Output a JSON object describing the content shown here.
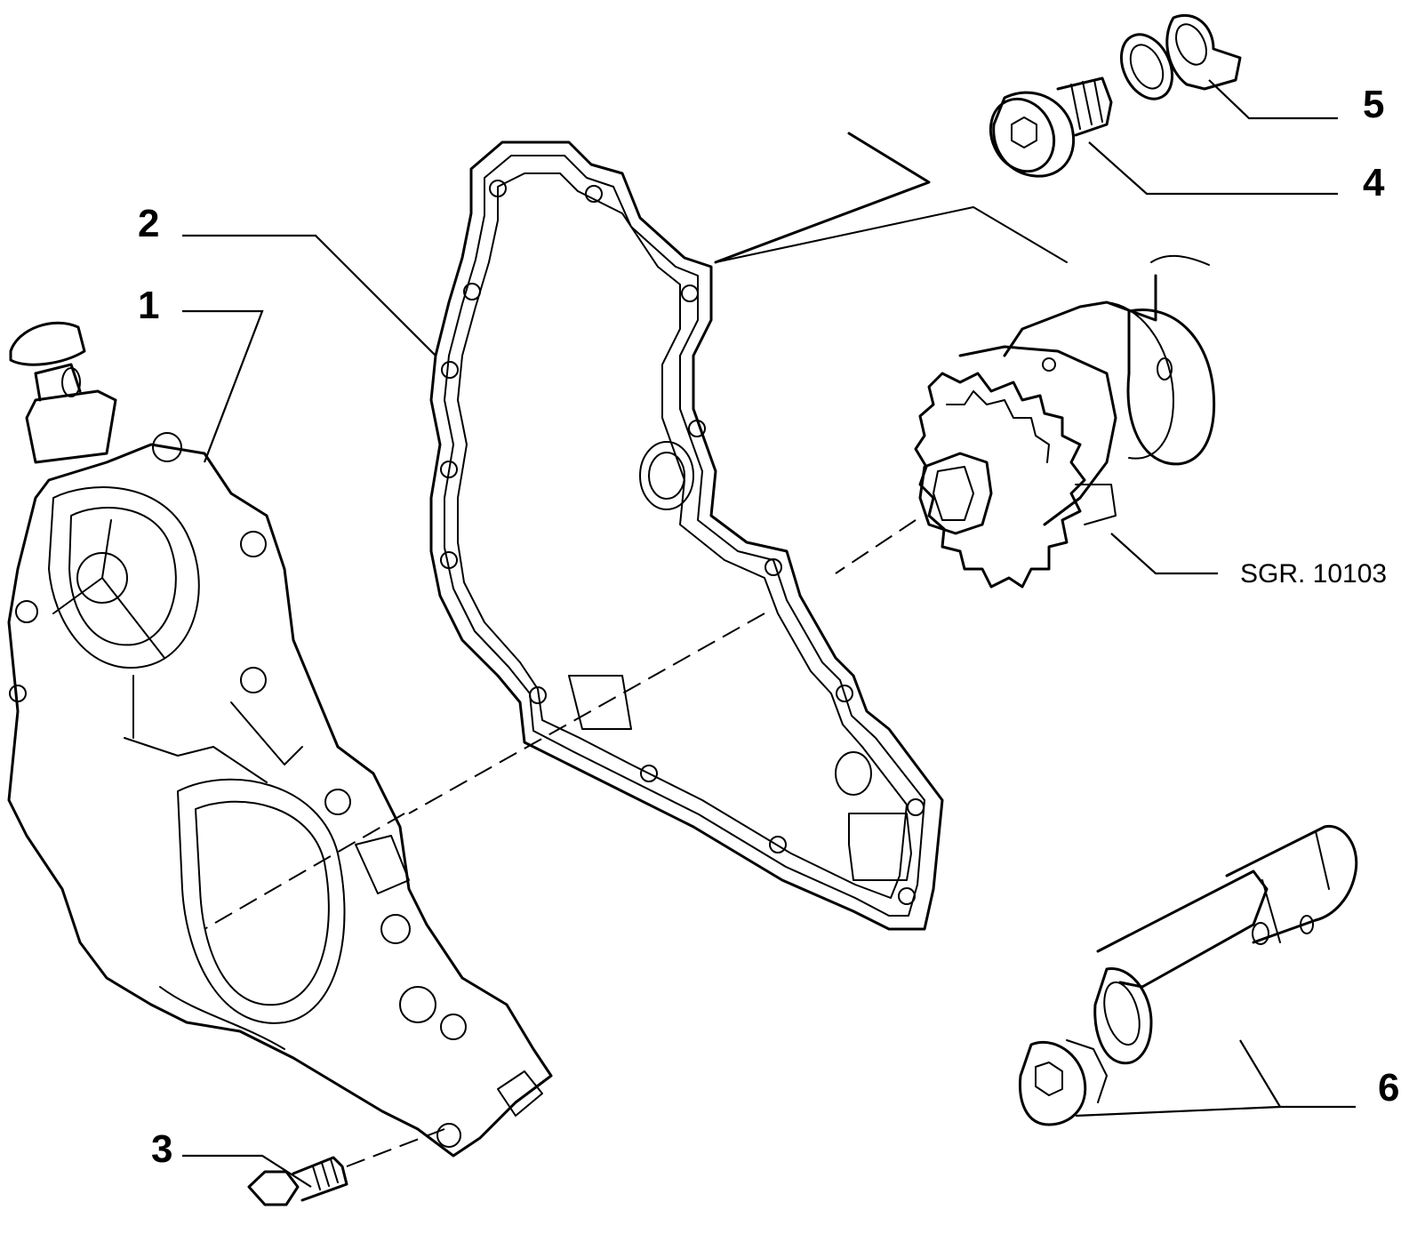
{
  "callouts": {
    "item_1": "1",
    "item_2": "2",
    "item_3": "3",
    "item_4": "4",
    "item_5": "5",
    "item_6": "6"
  },
  "reference": "SGR. 10103",
  "colors": {
    "line": "#000000",
    "background": "#ffffff"
  }
}
